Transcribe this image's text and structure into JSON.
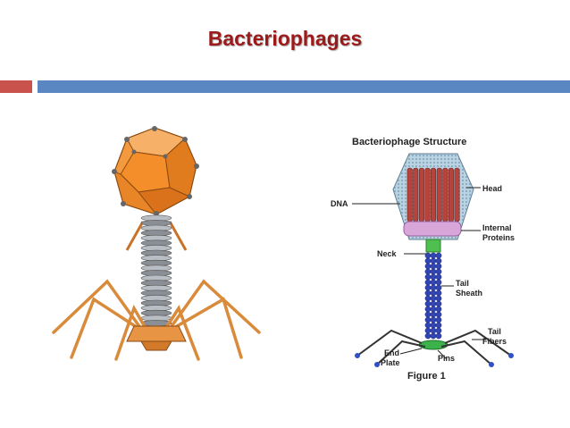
{
  "slide": {
    "title": "Bacteriophages",
    "colors": {
      "title": "#9b1b1b",
      "accent_red": "#c9524c",
      "accent_blue": "#5a86c2",
      "capsid_orange": "#f0913a",
      "tail_blue": "#2c3f9e"
    }
  },
  "right_figure": {
    "title": "Bacteriophage Structure",
    "labels": {
      "head": "Head",
      "dna": "DNA",
      "internal_line1": "Internal",
      "internal_line2": "Proteins",
      "neck": "Neck",
      "tail_line1": "Tail",
      "tail_line2": "Sheath",
      "fibers_line1": "Tail",
      "fibers_line2": "Fibers",
      "end_line1": "End",
      "end_line2": "Plate",
      "pins": "Pins"
    },
    "caption": "Figure 1"
  }
}
